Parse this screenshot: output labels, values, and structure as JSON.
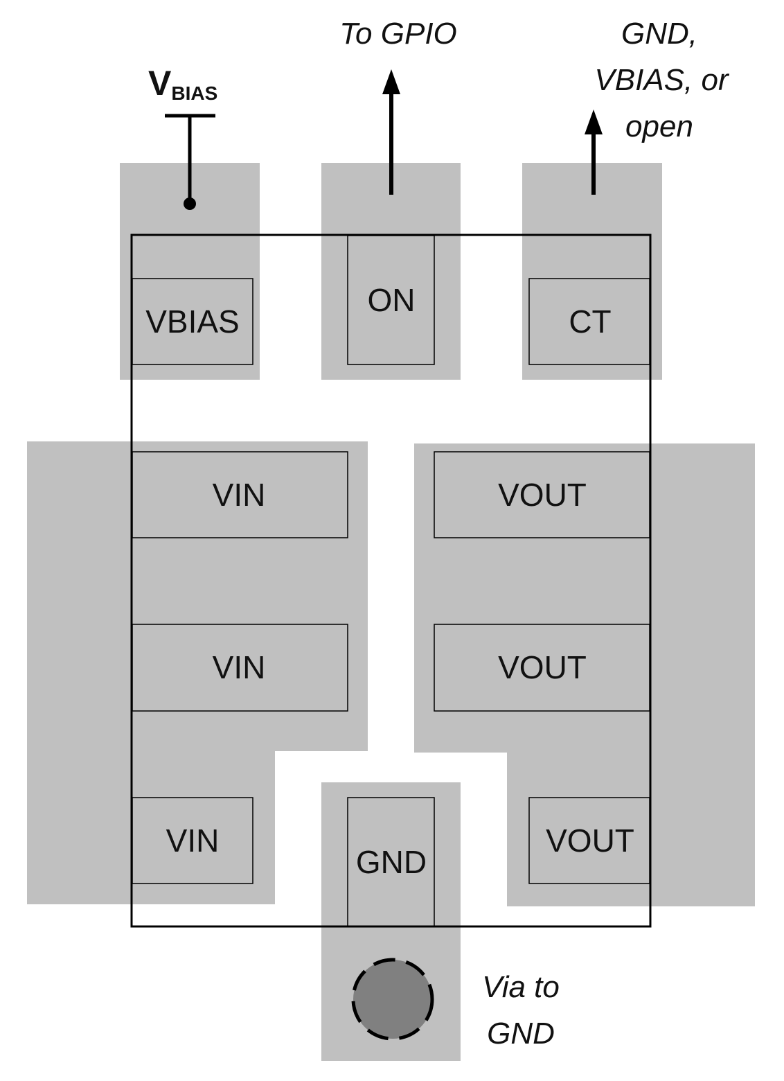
{
  "labels": {
    "vbias_supply_main": "V",
    "vbias_supply_sub": "BIAS",
    "to_gpio": "To GPIO",
    "ct_options": [
      "GND,",
      "VBIAS, or",
      "open"
    ],
    "via": [
      "Via to",
      "GND"
    ]
  },
  "pins": {
    "vbias": "VBIAS",
    "on": "ON",
    "ct": "CT",
    "vin_1": "VIN",
    "vin_2": "VIN",
    "vin_3": "VIN",
    "vout_1": "VOUT",
    "vout_2": "VOUT",
    "vout_3": "VOUT",
    "gnd": "GND"
  },
  "colors": {
    "copper": "#c0c0c0",
    "via_fill": "#808080",
    "outline": "#000000",
    "background": "#ffffff"
  }
}
